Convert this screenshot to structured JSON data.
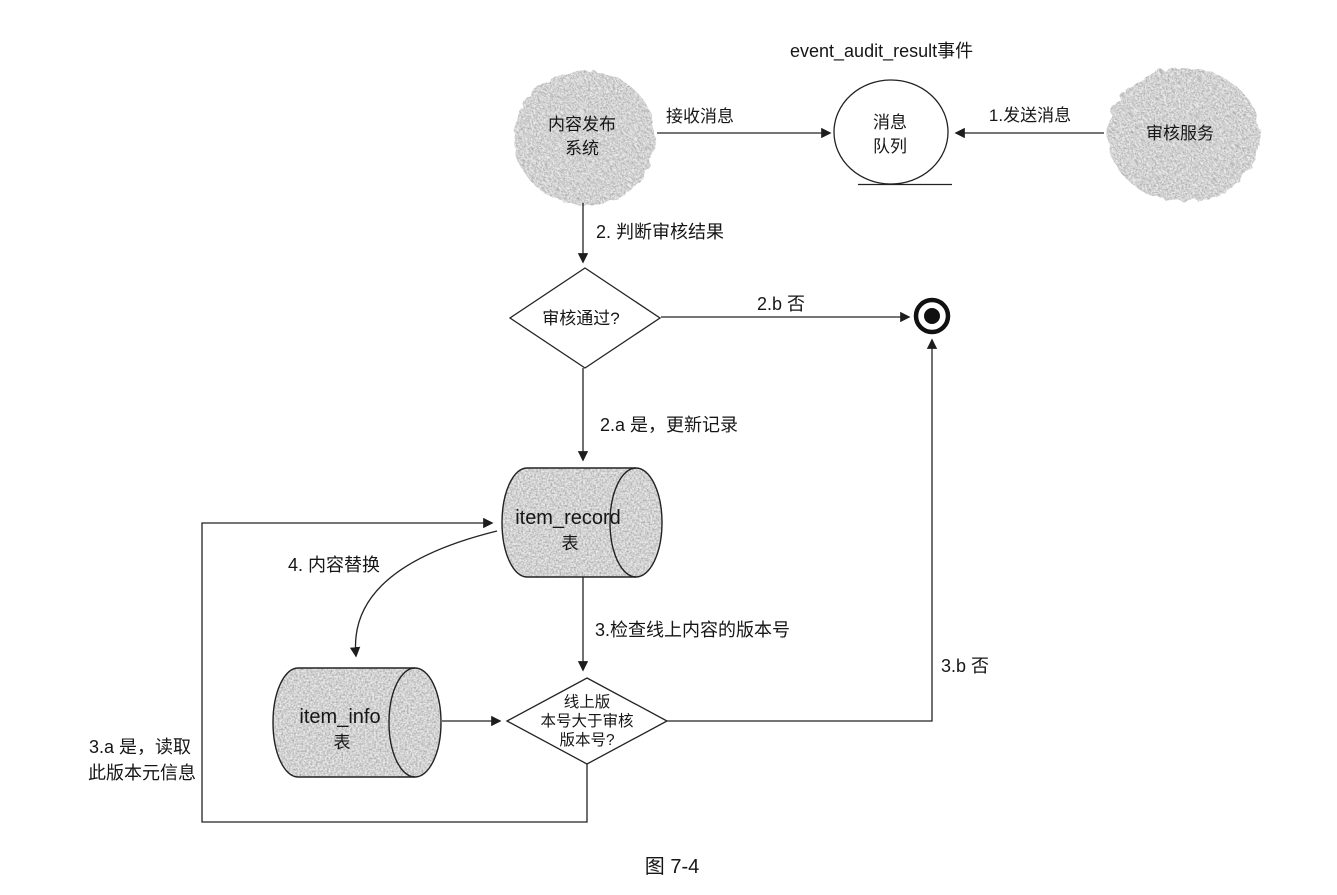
{
  "meta": {
    "ink_color": "#1c1c1c",
    "node_fill": "#ebebeb",
    "background": "#ffffff"
  },
  "header": {
    "event_label": "event_audit_result事件"
  },
  "nodes": {
    "publisher": {
      "line1": "内容发布",
      "line2": "系统"
    },
    "queue": {
      "line1": "消息",
      "line2": "队列"
    },
    "audit_service": {
      "label": "审核服务"
    },
    "audit_decision": {
      "label": "审核通过?"
    },
    "item_record": {
      "line1": "item_record",
      "line2": "表"
    },
    "version_decision": {
      "line1": "线上版",
      "line2": "本号大于审核",
      "line3": "版本号?"
    },
    "item_info": {
      "line1": "item_info",
      "line2": "表"
    }
  },
  "edges": {
    "receive_message": "接收消息",
    "send_message": "1.发送消息",
    "judge_result": "2. 判断审核结果",
    "branch_2b_no": "2.b 否",
    "branch_2a_yes": "2.a 是，更新记录",
    "check_version": "3.检查线上内容的版本号",
    "branch_3b_no": "3.b 否",
    "branch_3a_yes_line1": "3.a 是，读取",
    "branch_3a_yes_line2": "此版本元信息",
    "content_replace": "4. 内容替换"
  },
  "caption": "图 7-4"
}
